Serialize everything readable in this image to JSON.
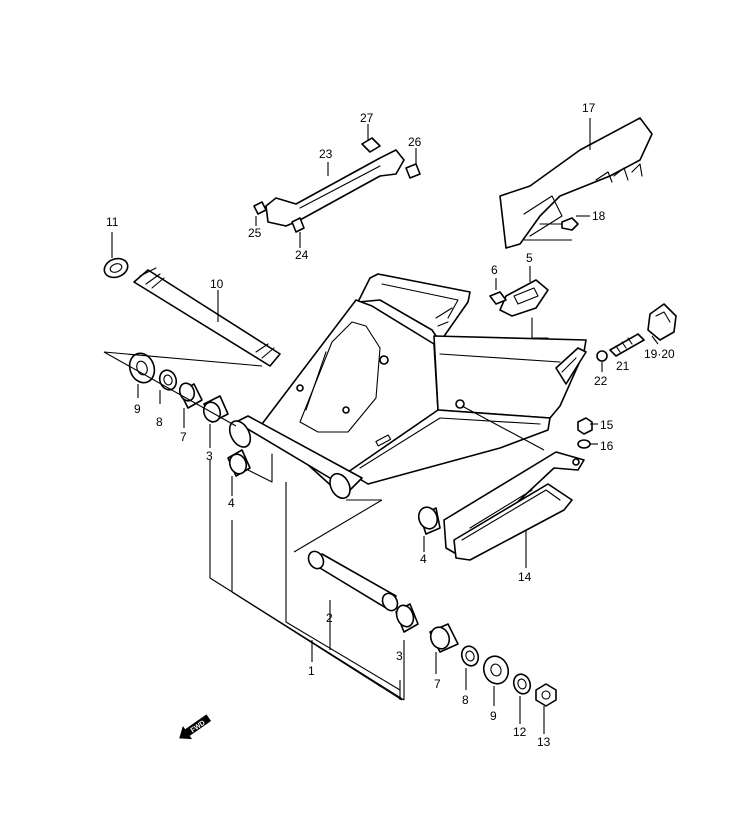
{
  "callouts": {
    "c1": "1",
    "c2": "2",
    "c3a": "3",
    "c3b": "3",
    "c4a": "4",
    "c4b": "4",
    "c5": "5",
    "c6": "6",
    "c7a": "7",
    "c7b": "7",
    "c8a": "8",
    "c8b": "8",
    "c9a": "9",
    "c9b": "9",
    "c10": "10",
    "c11": "11",
    "c12": "12",
    "c13": "13",
    "c14": "14",
    "c15": "15",
    "c16": "16",
    "c17": "17",
    "c18": "18",
    "c1920": "19·20",
    "c21": "21",
    "c22": "22",
    "c23": "23",
    "c24": "24",
    "c25": "25",
    "c26": "26",
    "c27": "27"
  },
  "direction_marker": {
    "label": "FWD",
    "icon": "fwd-arrow-icon"
  },
  "colors": {
    "line": "#000000",
    "background": "#ffffff"
  }
}
